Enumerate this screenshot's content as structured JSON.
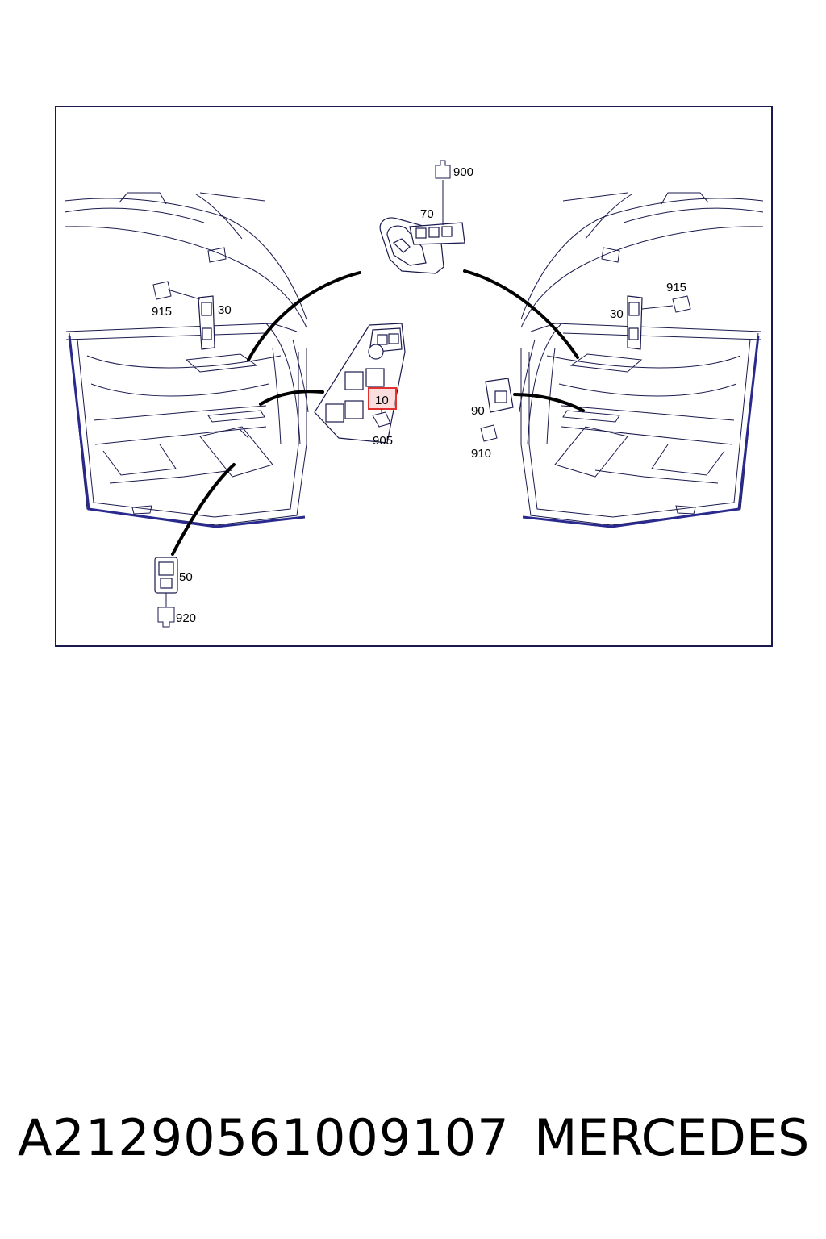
{
  "diagram": {
    "callouts": {
      "c900": "900",
      "c70": "70",
      "c915_left": "915",
      "c30_left": "30",
      "c10": "10",
      "c905": "905",
      "c50": "50",
      "c920": "920",
      "c915_right": "915",
      "c30_right": "30",
      "c90": "90",
      "c910": "910"
    },
    "highlighted_callout": "10",
    "colors": {
      "line": "#1a1a4e",
      "highlight": "#e03030",
      "highlight_fill": "#f6c6c6"
    }
  },
  "footer": {
    "part_number": "A21290561009107",
    "brand": "MERCEDES"
  }
}
